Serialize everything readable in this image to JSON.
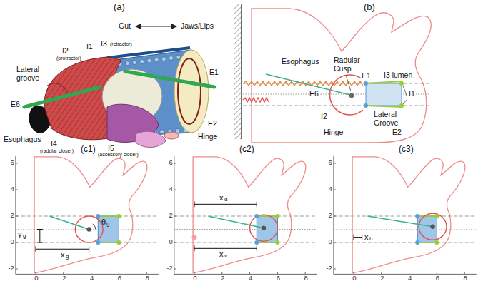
{
  "diagram": {
    "labels": [
      "(a)",
      "Gut",
      "Jaws/Lips",
      "Lateral groove",
      "I2",
      "(protractor)",
      "I1",
      "I3",
      "(retractor)",
      "E1",
      "E6",
      "Esophagus",
      "Hinge",
      "E2",
      "I4",
      "(radular closer)",
      "I5",
      "(accessory closer)",
      "(b)",
      "Esophagus",
      "Radular Cusp",
      "E1",
      "I3 lumen",
      "E6",
      "I1",
      "I2",
      "Hinge",
      "Lateral Groove",
      "E2",
      "(c1)",
      "(c2)",
      "(c3)",
      "y",
      "g",
      "x",
      "g",
      "θ",
      "g",
      "x",
      "d",
      "x",
      "v",
      "x",
      "h",
      "6",
      "4",
      "2",
      "0",
      "-2",
      "0",
      "2",
      "4",
      "6",
      "8",
      "6",
      "4",
      "2",
      "0",
      "-2",
      "0",
      "2",
      "4",
      "6",
      "8",
      "6",
      "4",
      "2",
      "0",
      "-2",
      "0",
      "2",
      "4",
      "6",
      "8"
    ]
  }
}
